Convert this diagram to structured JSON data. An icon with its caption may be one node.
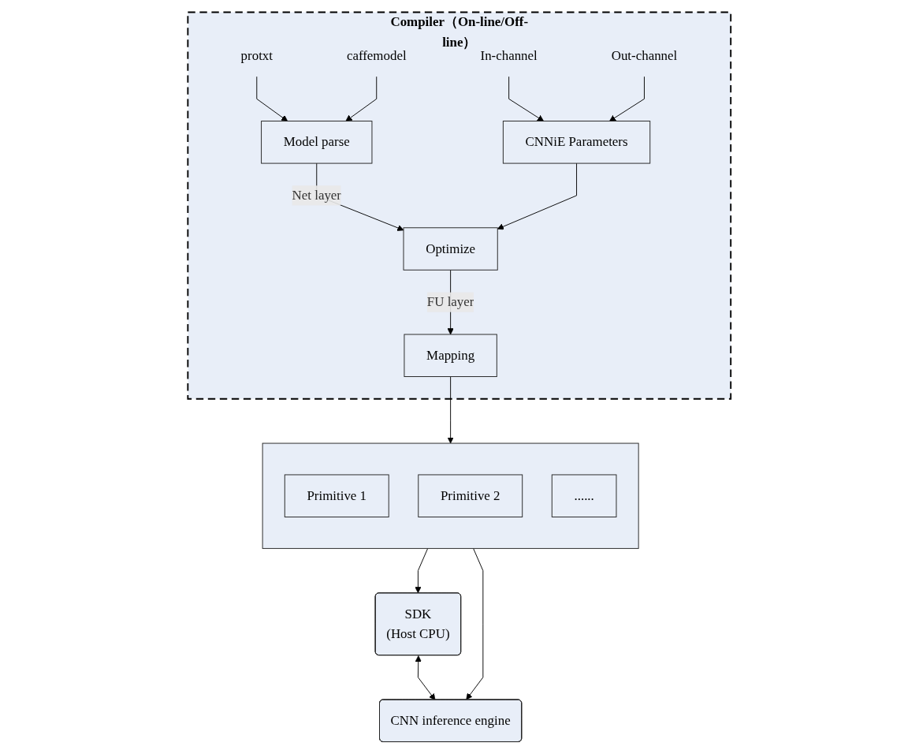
{
  "diagram": {
    "nodes": [
      {
        "text": [
          "Compiler（On-line/Off-line）"
        ]
      },
      {
        "text": [
          "protxt"
        ],
        "in": 0
      },
      {
        "text": [
          "caffemodel"
        ],
        "in": 0
      },
      {
        "text": [
          "Model parse"
        ],
        "in": 0
      },
      {
        "text": [
          "Optimize"
        ],
        "in": 0
      },
      {
        "text": [
          "Mapping"
        ],
        "in": 0
      },
      {
        "text": [
          "In-channel"
        ],
        "in": 0
      },
      {
        "text": [
          "Out-channel"
        ],
        "in": 0
      },
      {
        "text": [
          "CNNiE Parameters"
        ],
        "in": 0
      },
      {
        "text": [
          "SDK",
          "(Host CPU)"
        ]
      },
      {
        "text": [],
        "shape": "box"
      },
      {
        "text": [
          "Primitive 1"
        ],
        "in": 10
      },
      {
        "text": [
          "Primitive 2"
        ],
        "in": 10
      },
      {
        "text": [
          "......"
        ],
        "in": 10
      },
      {
        "text": [
          "CNN inference engine"
        ]
      }
    ],
    "edges": [
      {
        "from": 1,
        "to": 3,
        "arrow": "to"
      },
      {
        "from": 2,
        "to": 3,
        "arrow": "to"
      },
      {
        "from": 3,
        "to": 4,
        "arrow": "to",
        "label": "Net layer"
      },
      {
        "from": 6,
        "to": 8,
        "arrow": "to"
      },
      {
        "from": 7,
        "to": 8,
        "arrow": "to"
      },
      {
        "from": 8,
        "to": 4,
        "arrow": "to"
      },
      {
        "from": 4,
        "to": 5,
        "arrow": "to",
        "label": "FU layer"
      },
      {
        "from": 5,
        "to": 10,
        "arrow": "to"
      },
      {
        "from": 10,
        "to": 9,
        "arrow": "to"
      },
      {
        "from": 10,
        "to": 14,
        "arrow": "to"
      },
      {
        "from": 9,
        "to": 14,
        "arrow": "both"
      }
    ]
  }
}
